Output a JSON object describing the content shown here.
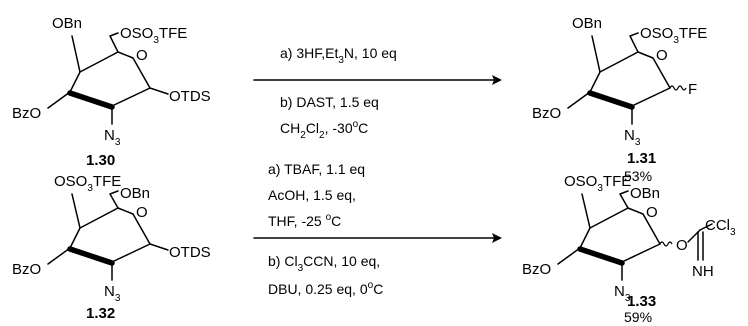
{
  "colors": {
    "ink": "#000000",
    "background": "#ffffff"
  },
  "reactions": [
    {
      "reactant": {
        "id": "1.30",
        "substituents": {
          "c4": "OBn",
          "c6": "OSO",
          "c6_sub": "3",
          "c6_tail": "TFE",
          "c3": "BzO",
          "c2": "N",
          "c2_sub": "3",
          "c1": "OTDS",
          "ring_o": "O"
        }
      },
      "conditions_above": [
        {
          "pre": "a) 3HF,Et",
          "sub": "3",
          "post": "N, 10 eq"
        }
      ],
      "conditions_below": [
        {
          "pre": "b) DAST, 1.5 eq",
          "sub": "",
          "post": ""
        },
        {
          "pre": "CH",
          "sub": "2",
          "post": "Cl",
          "sub2": "2",
          "post2": ", -30",
          "sup": "o",
          "post3": "C"
        }
      ],
      "product": {
        "id": "1.31",
        "yield": "53%",
        "substituents": {
          "c4": "OBn",
          "c6": "OSO",
          "c6_sub": "3",
          "c6_tail": "TFE",
          "c3": "BzO",
          "c2": "N",
          "c2_sub": "3",
          "c1": "F",
          "ring_o": "O"
        }
      }
    },
    {
      "reactant": {
        "id": "1.32",
        "substituents": {
          "c4": "OSO",
          "c4_sub": "3",
          "c4_tail": "TFE",
          "c6": "OBn",
          "c3": "BzO",
          "c2": "N",
          "c2_sub": "3",
          "c1": "OTDS",
          "ring_o": "O"
        }
      },
      "conditions_above": [
        {
          "pre": "a) TBAF, 1.1 eq",
          "sub": "",
          "post": ""
        },
        {
          "pre": "AcOH, 1.5 eq,",
          "sub": "",
          "post": ""
        },
        {
          "pre": "THF, -25 ",
          "sup": "o",
          "post": "C"
        }
      ],
      "conditions_below": [
        {
          "pre": "b) Cl",
          "sub": "3",
          "post": "CCN, 10 eq,"
        },
        {
          "pre": "DBU, 0.25 eq, 0",
          "sup": "o",
          "post": "C"
        }
      ],
      "product": {
        "id": "1.33",
        "yield": "59%",
        "substituents": {
          "c4": "OSO",
          "c4_sub": "3",
          "c4_tail": "TFE",
          "c6": "OBn",
          "c3": "BzO",
          "c2": "N",
          "c2_sub": "3",
          "c1": "O",
          "imidate_c": "CCl",
          "imidate_c_sub": "3",
          "imidate_n": "NH",
          "ring_o": "O"
        }
      }
    }
  ]
}
